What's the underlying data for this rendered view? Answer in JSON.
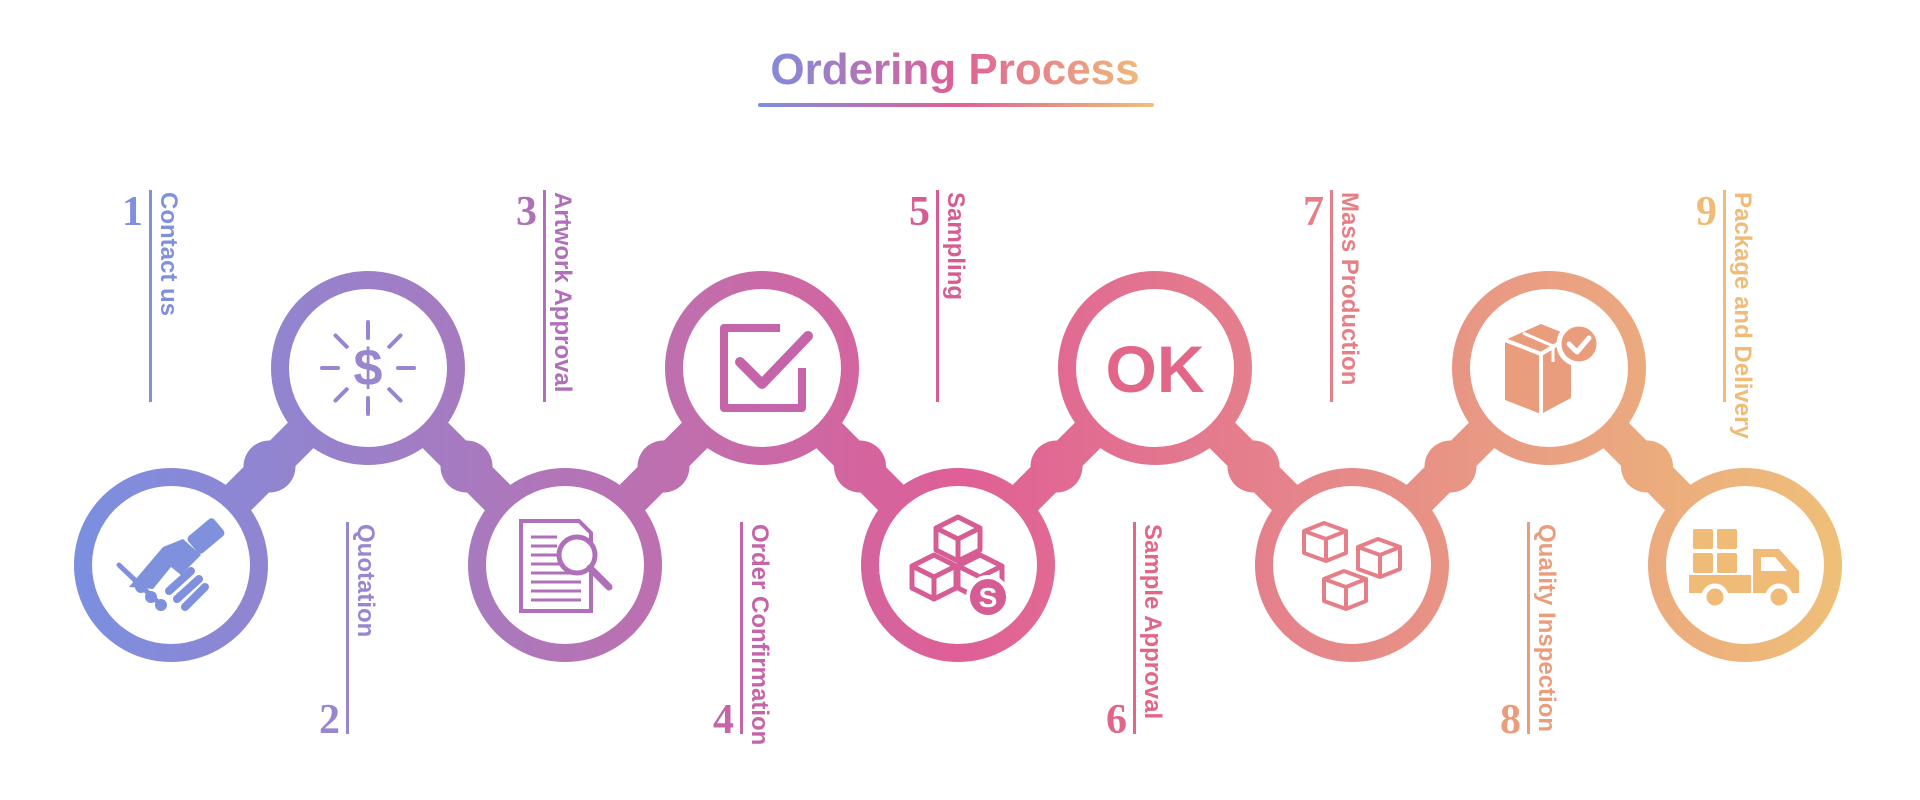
{
  "title": "Ordering Process",
  "colors": {
    "gradient_start": "#7b8fe0",
    "gradient_mid": "#df5f96",
    "gradient_end": "#efc077",
    "background": "#ffffff"
  },
  "steps": [
    {
      "number": "1",
      "label": "Contact us",
      "icon": "handshake-icon",
      "color": "#7f91dc"
    },
    {
      "number": "2",
      "label": "Quotation",
      "icon": "dollar-sign-icon",
      "color": "#9a86cf"
    },
    {
      "number": "3",
      "label": "Artwork Approval",
      "icon": "document-magnifier-icon",
      "color": "#b06fb9"
    },
    {
      "number": "4",
      "label": "Order Confirmation",
      "icon": "checkbox-icon",
      "color": "#c564a9"
    },
    {
      "number": "5",
      "label": "Sampling",
      "icon": "sample-boxes-icon",
      "color": "#d65d93"
    },
    {
      "number": "6",
      "label": "Sample Approval",
      "icon": "ok-icon",
      "color": "#e26687"
    },
    {
      "number": "7",
      "label": "Mass Production",
      "icon": "boxes-icon",
      "color": "#e57e86"
    },
    {
      "number": "8",
      "label": "Quality Inspection",
      "icon": "box-check-icon",
      "color": "#ea9d7d"
    },
    {
      "number": "9",
      "label": "Package and Delivery",
      "icon": "delivery-truck-icon",
      "color": "#efbb77"
    }
  ]
}
